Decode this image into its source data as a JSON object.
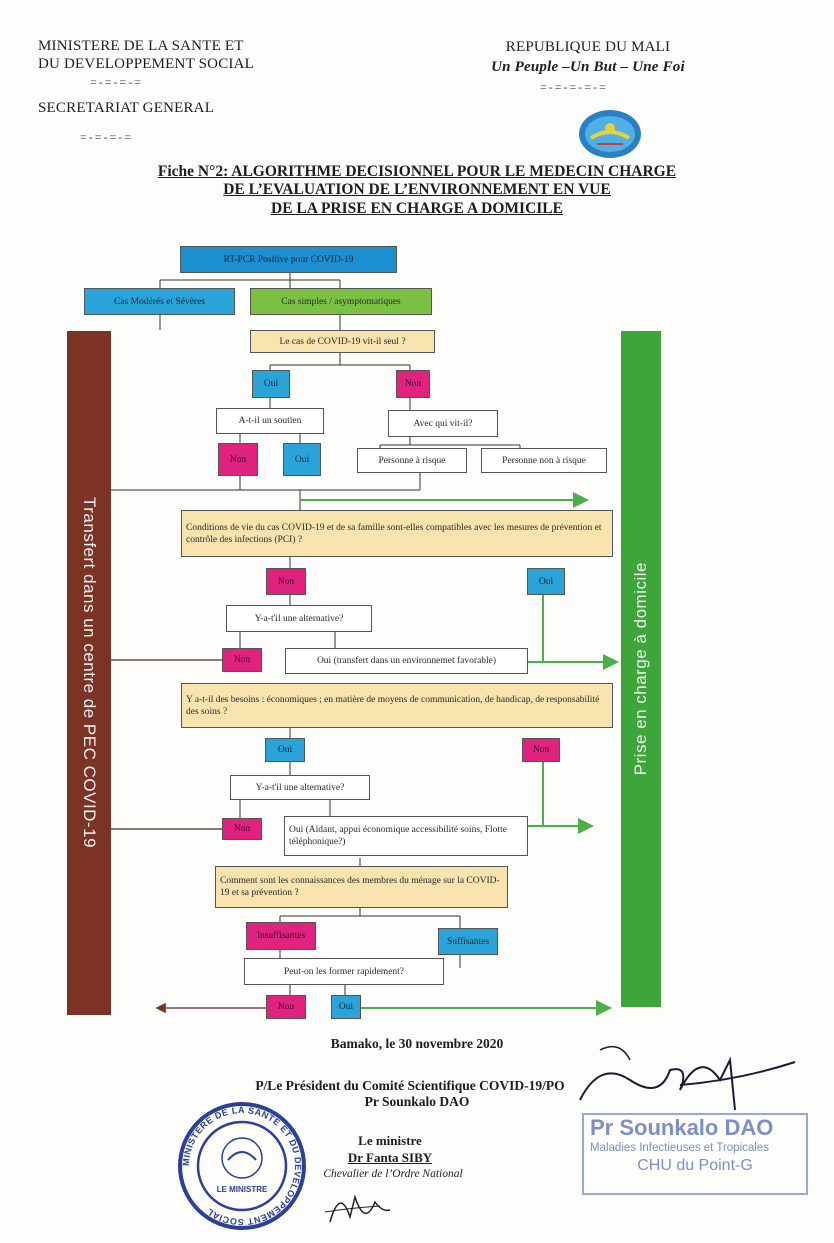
{
  "header": {
    "ministry_line1": "MINISTERE DE LA SANTE ET",
    "ministry_line2": "DU DEVELOPPEMENT SOCIAL",
    "left_divider": "=-=-=-=",
    "secretariat": "SECRETARIAT GENERAL",
    "left_divider2": "=-=-=-=",
    "republic": "REPUBLIQUE DU MALI",
    "motto": "Un Peuple –Un But – Une Foi",
    "right_divider": "=-=-=-=-="
  },
  "title": {
    "line1": "Fiche N°2: ALGORITHME DECISIONNEL POUR LE MEDECIN CHARGE",
    "line2": "DE L’EVALUATION DE L’ENVIRONNEMENT EN VUE",
    "line3": "DE LA PRISE EN CHARGE A DOMICILE"
  },
  "flowchart": {
    "left_bar_label": "Transfert dans un centre de PEC COVID-19",
    "right_bar_label": "Prise en charge à domicile",
    "start": "RT-PCR Positive pour COVID-19",
    "moderate_severe": "Cas Modérés et Sévères",
    "simple_asymptomatic": "Cas simples / asymptomatiques",
    "q_lives_alone": "Le cas de COVID-19 vit-il seul ?",
    "yes1": "Oui",
    "no1": "Non",
    "has_support": "A-t-il un soutien",
    "lives_with_whom": "Avec qui vit-il?",
    "no2": "Non",
    "yes2": "Oui",
    "person_at_risk": "Personne à risque",
    "person_not_at_risk": "Personne non à risque",
    "q_living_conditions": "Conditions de vie du cas COVID-19 et de sa famille sont-elles compatibles avec les mesures de prévention et contrôle des infections (PCI) ?",
    "no3": "Non",
    "yes3": "Oui",
    "alternative1": "Y-a-t'il une alternative?",
    "no4": "Non",
    "yes_transfer": "Oui (transfert dans un environnemet favorable)",
    "q_needs": "Y a-t-il des besoins : économiques ; en matière de moyens de communication, de handicap, de responsabilité des soins ?",
    "yes5": "Oui",
    "no5": "Non",
    "alternative2": "Y-a-t'il une alternative?",
    "no6": "Non",
    "yes_aid": "Oui (Aidant, appui économique accessibilité soins, Flotte téléphonique?)",
    "q_knowledge": "Comment sont les connaissances des membres du ménage sur la COVID-19 et sa prévention ?",
    "insufficient": "Insuffisantes",
    "sufficient": "Suffisantes",
    "train_quickly": "Peut-on les former rapidement?",
    "no7": "Non",
    "yes7": "Oui"
  },
  "footer": {
    "place_date": "Bamako, le 30 novembre 2020",
    "committee": "P/Le Président du Comité Scientifique COVID-19/PO",
    "president_name": "Pr Sounkalo DAO",
    "minister_title": "Le ministre",
    "minister_name": "Dr Fanta SIBY",
    "minister_honor": "Chevalier de l’Ordre National",
    "stamp_line1": "Pr Sounkalo DAO",
    "stamp_line2": "Maladies Infectieuses et Tropicales",
    "stamp_line3": "CHU du Point-G",
    "seal_text": "MINISTERE DE LA SANTE ET DU DEVELOPPEMENT SOCIAL",
    "seal_center": "LE MINISTRE"
  },
  "colors": {
    "blue": "#2aa4d8",
    "green": "#7cc143",
    "tan": "#f9e3ae",
    "pink": "#e0237f",
    "left_bar": "#7a3324",
    "right_bar": "#3da53a",
    "arrow_green": "#4cb04a",
    "seal_blue": "#2b3f9c",
    "stamp_blue": "#7d8fc6"
  }
}
